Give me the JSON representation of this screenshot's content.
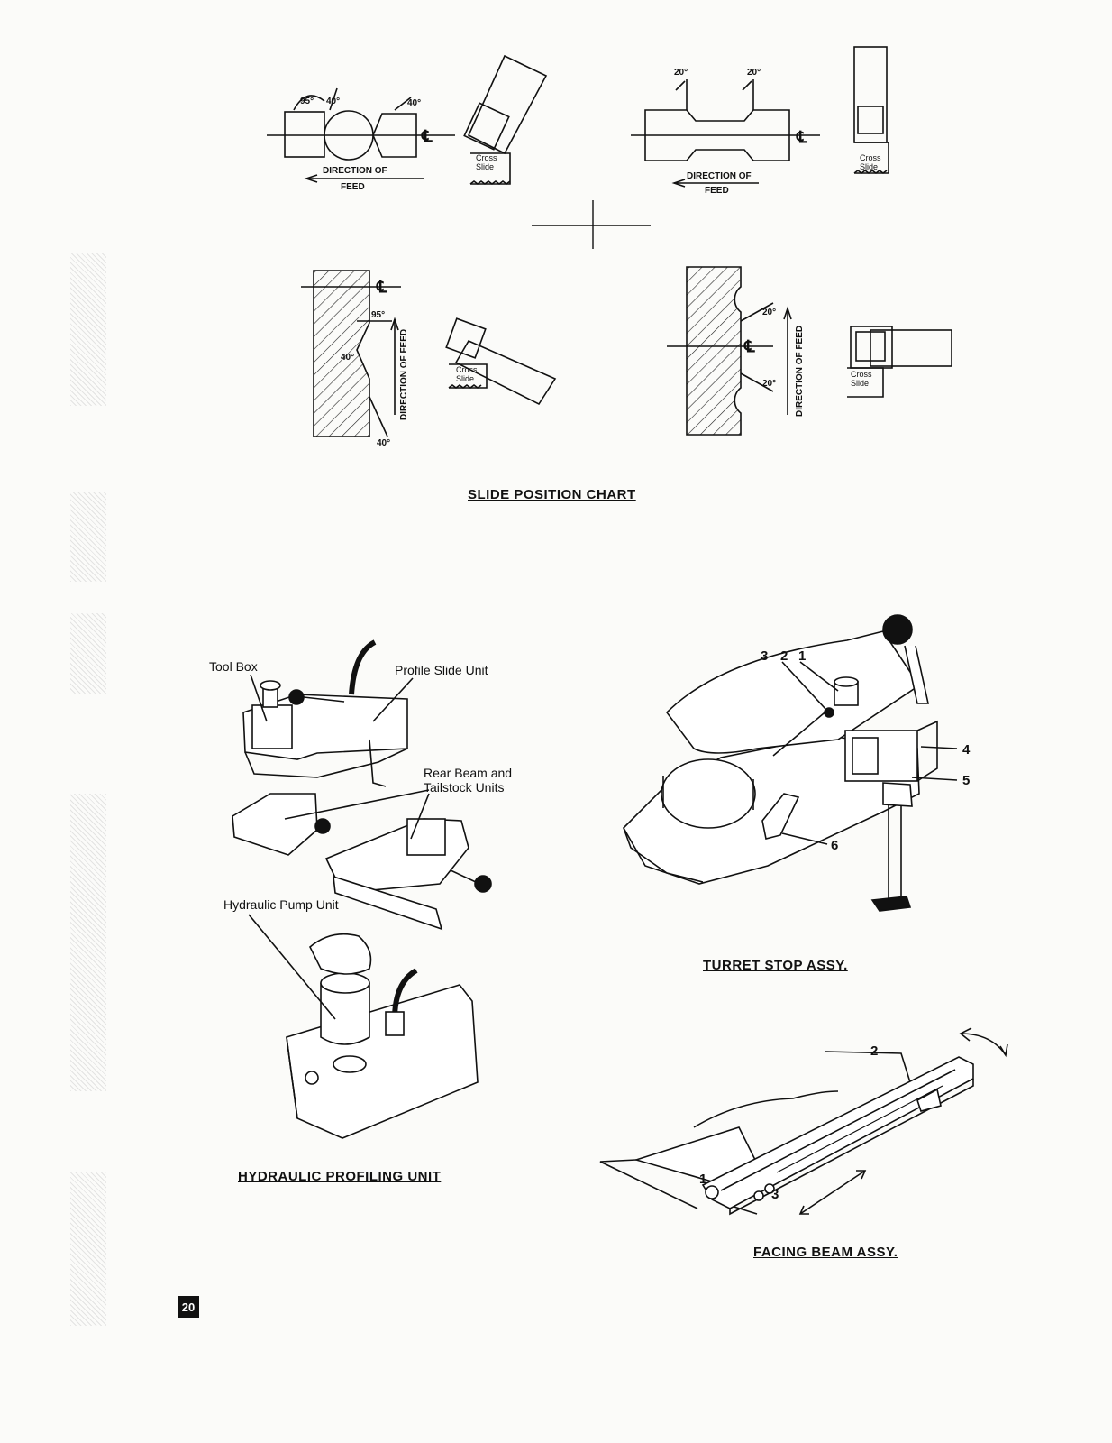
{
  "slide_chart": {
    "angle_95": "95°",
    "angle_40": "40°",
    "angle_20": "20°",
    "direction_of": "DIRECTION OF",
    "feed": "FEED",
    "direction_of_feed": "DIRECTION OF FEED",
    "cross": "Cross",
    "slide": "Slide",
    "centerline": "℄",
    "title": "SLIDE POSITION CHART"
  },
  "hydraulic": {
    "tool_box": "Tool Box",
    "profile_slide_unit": "Profile Slide Unit",
    "rear_beam_line1": "Rear Beam and",
    "rear_beam_line2": "Tailstock Units",
    "hydraulic_pump_unit": "Hydraulic Pump Unit",
    "title": "HYDRAULIC PROFILING UNIT"
  },
  "turret": {
    "n1": "1",
    "n2": "2",
    "n3": "3",
    "n4": "4",
    "n5": "5",
    "n6": "6",
    "title": "TURRET STOP ASSY."
  },
  "facing": {
    "n1": "1",
    "n2": "2",
    "n3": "3",
    "title": "FACING BEAM ASSY."
  },
  "page_number": "20"
}
